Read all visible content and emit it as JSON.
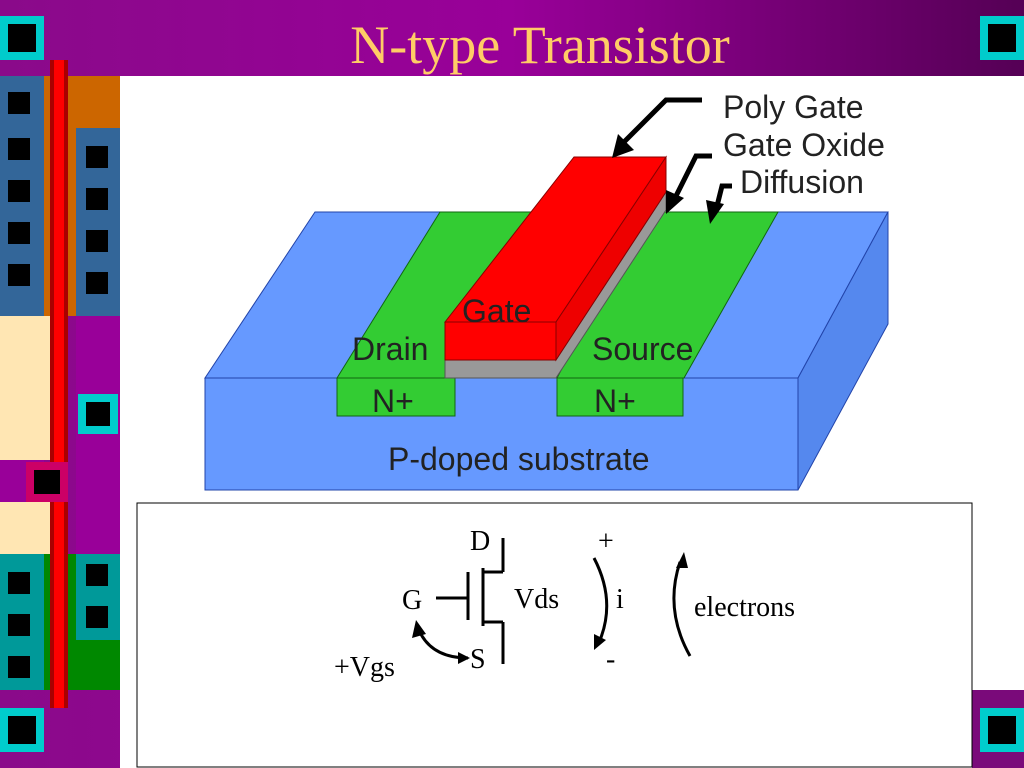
{
  "slide": {
    "title": "N-type Transistor"
  },
  "diagram": {
    "callouts": [
      "Poly Gate",
      "Gate Oxide",
      "Diffusion"
    ],
    "labels": {
      "gate": "Gate",
      "drain": "Drain",
      "source": "Source",
      "drain_doping": "N+",
      "source_doping": "N+",
      "substrate": "P-doped substrate"
    },
    "colors": {
      "background": "#7a0a7a",
      "title": "#ffcc66",
      "substrate": "#6699ff",
      "diffusion": "#33cc33",
      "poly": "#ff0000",
      "oxide": "#999999"
    }
  },
  "schematic": {
    "drain": "D",
    "gate": "G",
    "source": "S",
    "vds": "Vds",
    "plus": "+",
    "minus": "-",
    "current": "i",
    "electrons": "electrons",
    "vgs": "+Vgs"
  }
}
